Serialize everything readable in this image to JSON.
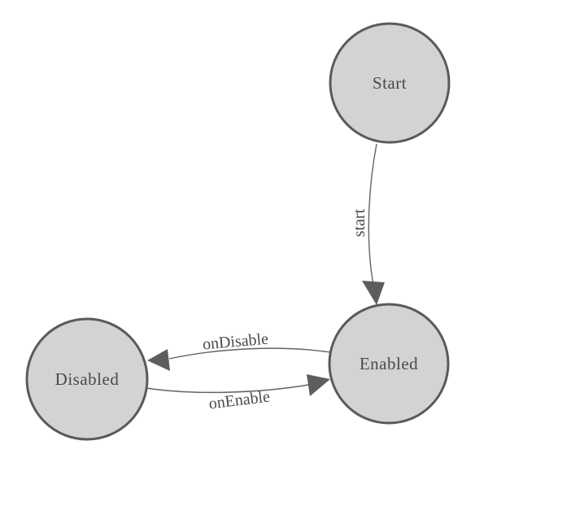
{
  "diagram": {
    "type": "state-machine",
    "background": "#ffffff",
    "colors": {
      "node_fill": "#d3d3d3",
      "node_border": "#5a5a5a",
      "edge_stroke": "#636363",
      "arrow_fill": "#5d5d5d",
      "label_text": "#4a4a4a"
    },
    "nodes": [
      {
        "id": "start",
        "label": "Start"
      },
      {
        "id": "enabled",
        "label": "Enabled"
      },
      {
        "id": "disabled",
        "label": "Disabled"
      }
    ],
    "edges": [
      {
        "from": "Start",
        "to": "Enabled",
        "label": "start"
      },
      {
        "from": "Enabled",
        "to": "Disabled",
        "label": "onDisable"
      },
      {
        "from": "Disabled",
        "to": "Enabled",
        "label": "onEnable"
      }
    ]
  }
}
